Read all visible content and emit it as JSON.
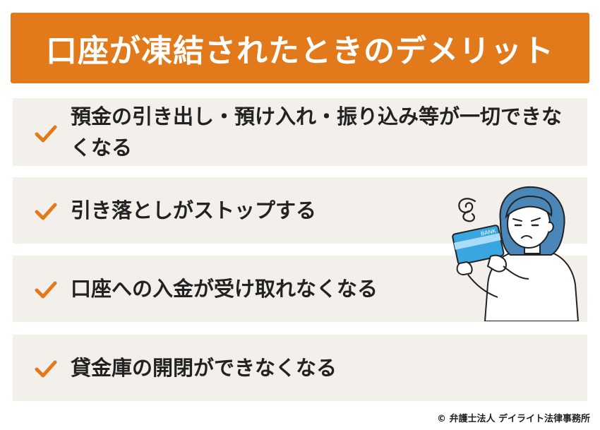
{
  "title": "口座が凍結されたときのデメリット",
  "items": [
    {
      "label": "預金の引き出し・預け入れ・振り込み等が一切できなくなる",
      "icon": "check-icon"
    },
    {
      "label": "引き落としがストップする",
      "icon": "check-icon"
    },
    {
      "label": "口座への入金が受け取れなくなる",
      "icon": "check-icon"
    },
    {
      "label": "貸金庫の開閉ができなくなる",
      "icon": "check-icon"
    }
  ],
  "illustration": {
    "card_text": "BANK"
  },
  "copyright": "© 弁護士法人 デイライト法律事務所",
  "colors": {
    "accent": "#e27a1c",
    "item_background": "#f3efea",
    "card_blue": "#3aa6e0",
    "hair": "#4b86b8",
    "text": "#222222"
  }
}
